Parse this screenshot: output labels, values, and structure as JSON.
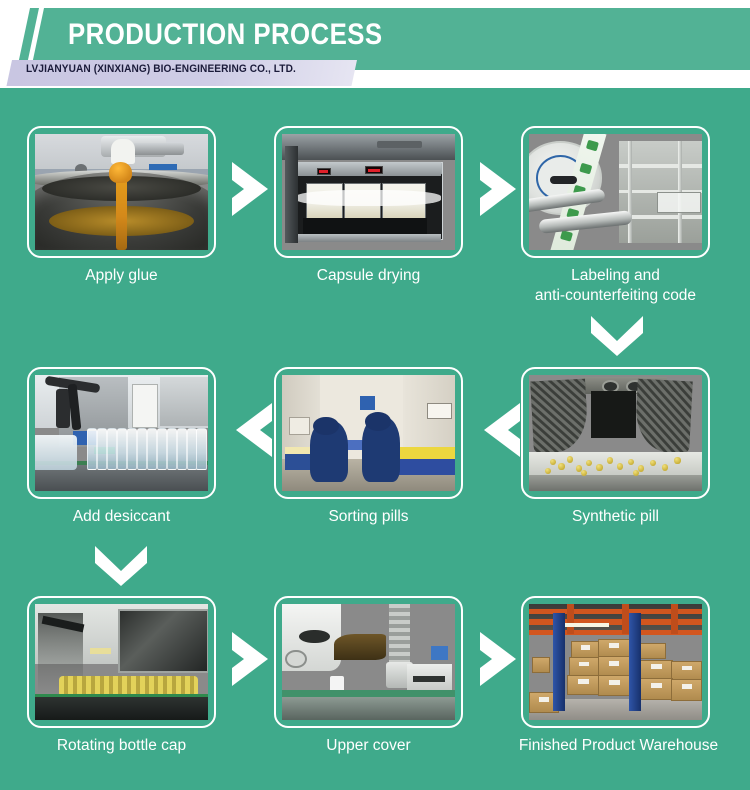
{
  "header": {
    "title": "PRODUCTION PROCESS",
    "subtitle": "LVJIANYUAN (XINXIANG) BIO-ENGINEERING CO., LTD.",
    "band_color": "#52b295",
    "subtitle_band_color": "#c9c6e2",
    "title_color": "#ffffff",
    "subtitle_color": "#1b1b3a"
  },
  "theme": {
    "background": "#3faa8b",
    "card_border": "#ffffff",
    "caption_color": "#ffffff",
    "arrow_color": "#ffffff"
  },
  "steps": [
    {
      "id": "step-1",
      "order": "1",
      "label": "Apply glue",
      "photo": "glue-kettle-photo"
    },
    {
      "id": "step-2",
      "order": "2",
      "label": "Capsule drying",
      "photo": "capsule-dryer-photo"
    },
    {
      "id": "step-3",
      "order": "3",
      "label": "Labeling and\nanti-counterfeiting code",
      "photo": "labeling-machine-photo"
    },
    {
      "id": "step-4",
      "order": "4",
      "label": "Synthetic pill",
      "photo": "synthetic-pill-photo"
    },
    {
      "id": "step-5",
      "order": "5",
      "label": "Sorting pills",
      "photo": "sorting-pills-photo"
    },
    {
      "id": "step-6",
      "order": "6",
      "label": "Add desiccant",
      "photo": "add-desiccant-photo"
    },
    {
      "id": "step-7",
      "order": "7",
      "label": "Rotating bottle cap",
      "photo": "rotating-bottle-cap-photo"
    },
    {
      "id": "step-8",
      "order": "8",
      "label": "Upper cover",
      "photo": "upper-cover-photo"
    },
    {
      "id": "step-9",
      "order": "9",
      "label": "Finished Product Warehouse",
      "photo": "finished-product-warehouse-photo"
    }
  ],
  "arrows": [
    {
      "id": "arrow-1",
      "direction": "right",
      "from": "Apply glue",
      "to": "Capsule drying"
    },
    {
      "id": "arrow-2",
      "direction": "right",
      "from": "Capsule drying",
      "to": "Labeling and anti-counterfeiting code"
    },
    {
      "id": "arrow-3",
      "direction": "down",
      "from": "Labeling and anti-counterfeiting code",
      "to": "Synthetic pill"
    },
    {
      "id": "arrow-4",
      "direction": "left",
      "from": "Synthetic pill",
      "to": "Sorting pills"
    },
    {
      "id": "arrow-5",
      "direction": "left",
      "from": "Sorting pills",
      "to": "Add desiccant"
    },
    {
      "id": "arrow-6",
      "direction": "down",
      "from": "Add desiccant",
      "to": "Rotating bottle cap"
    },
    {
      "id": "arrow-7",
      "direction": "right",
      "from": "Rotating bottle cap",
      "to": "Upper cover"
    },
    {
      "id": "arrow-8",
      "direction": "right",
      "from": "Upper cover",
      "to": "Finished Product Warehouse"
    }
  ]
}
